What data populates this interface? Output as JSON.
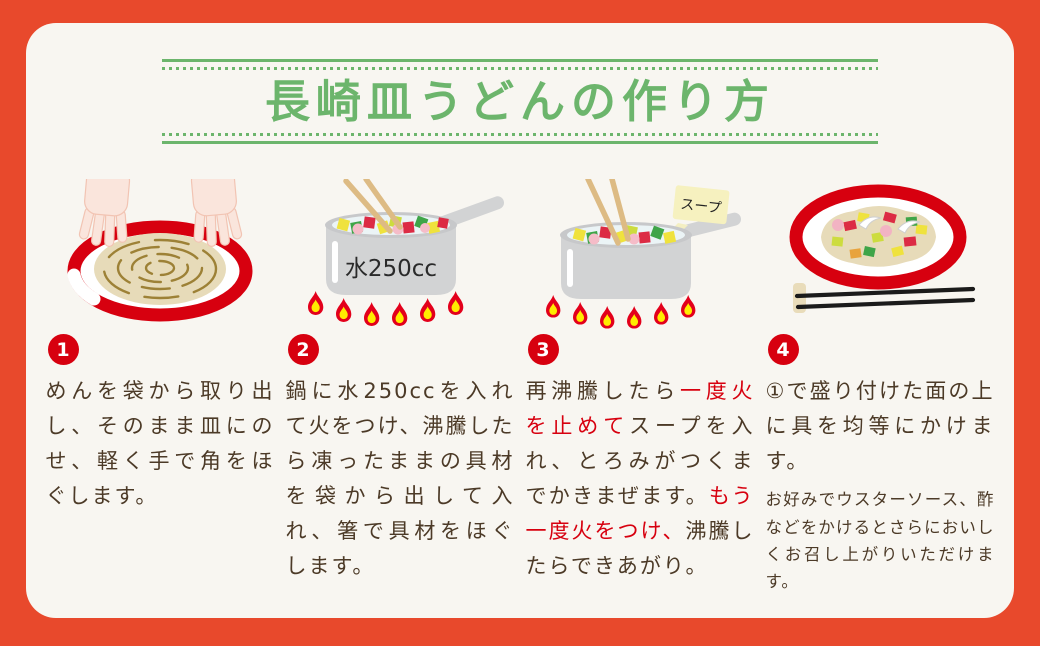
{
  "page": {
    "title": "長崎皿うどんの作り方"
  },
  "colors": {
    "frame_orange": "#E8492C",
    "paper": "#F8F6F1",
    "title_green": "#6CB56C",
    "body_text_brown": "#4C3A27",
    "accent_red": "#D7000F"
  },
  "steps": [
    {
      "number": "1",
      "illustration": "plate-with-noodles-and-hands",
      "text_segments": [
        {
          "text": "めんを袋から取り出し、そのまま皿にのせ、軽く手で角をほぐします。",
          "color": "default"
        }
      ]
    },
    {
      "number": "2",
      "illustration": "pot-on-fire-with-chopsticks",
      "pot_label": "水250cc",
      "text_segments": [
        {
          "text": "鍋に水250ccを入れて火をつけ、沸騰したら凍ったままの具材を袋から出して入れ、箸で具材をほぐします。",
          "color": "default"
        }
      ]
    },
    {
      "number": "3",
      "illustration": "pot-on-fire-with-soup-packet",
      "packet_label": "スープ",
      "text_segments": [
        {
          "text": "再沸騰したら",
          "color": "default"
        },
        {
          "text": "一度火を止めて",
          "color": "red"
        },
        {
          "text": "スープを入れ、とろみがつくまでかきまぜます。",
          "color": "default"
        },
        {
          "text": "もう一度火をつけ、",
          "color": "red"
        },
        {
          "text": "沸騰したらできあがり。",
          "color": "default"
        }
      ]
    },
    {
      "number": "4",
      "illustration": "finished-plate-with-chopsticks",
      "text_segments": [
        {
          "text": "①で盛り付けた面の上に具を均等にかけます。",
          "color": "default"
        }
      ],
      "note": "お好みでウスターソース、酢などをかけるとさらにおいしくお召し上がりいただけます。"
    }
  ]
}
